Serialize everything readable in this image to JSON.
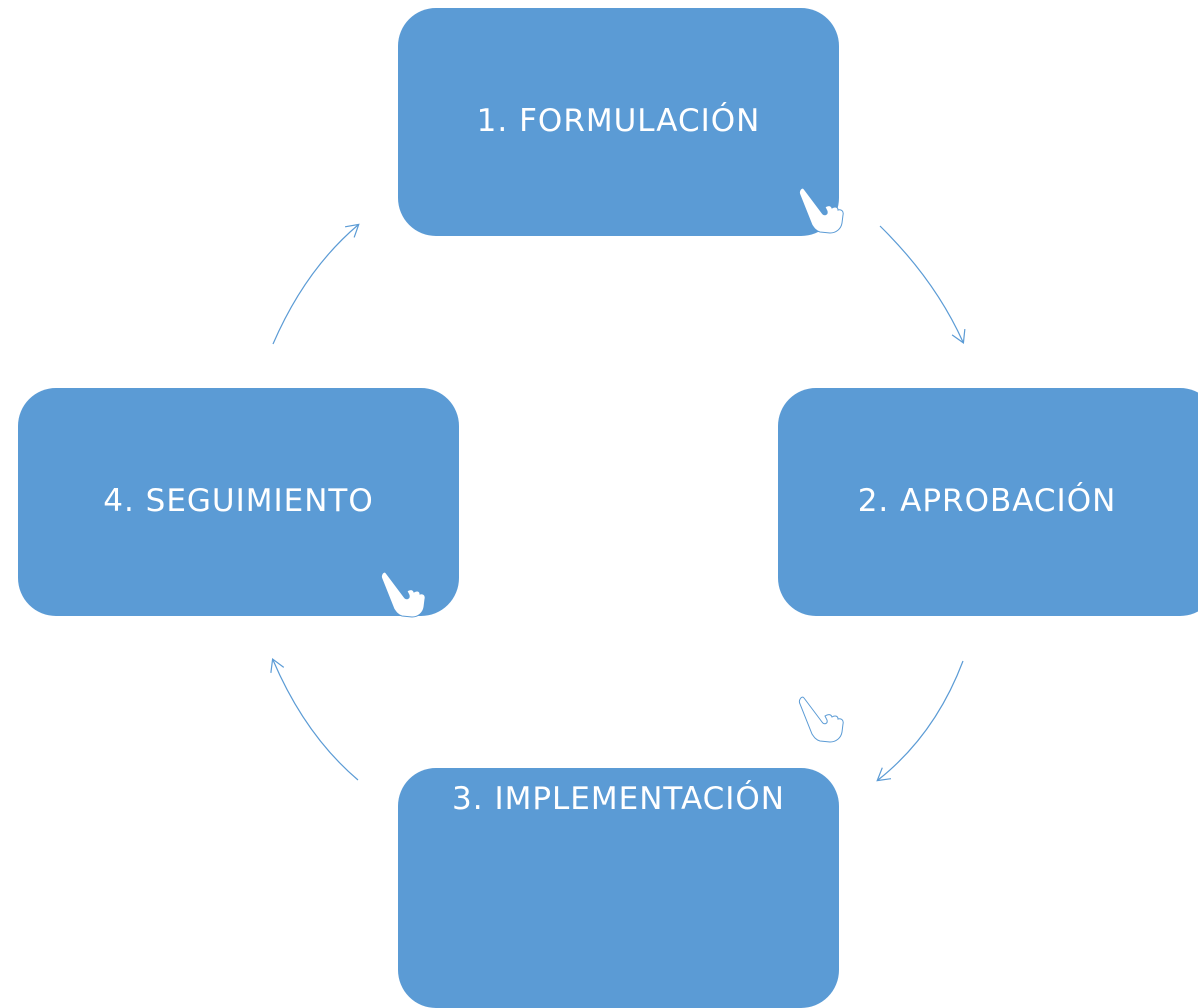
{
  "diagram": {
    "steps": [
      {
        "label": "1. FORMULACIÓN"
      },
      {
        "label": "2. APROBACIÓN"
      },
      {
        "label": "3. IMPLEMENTACIÓN"
      },
      {
        "label": "4. SEGUIMIENTO"
      }
    ]
  },
  "colors": {
    "box_fill": "#5b9bd5",
    "arrow": "#5b9bd5",
    "text": "#ffffff"
  },
  "icons": {
    "hand": "pointing-hand-icon"
  }
}
